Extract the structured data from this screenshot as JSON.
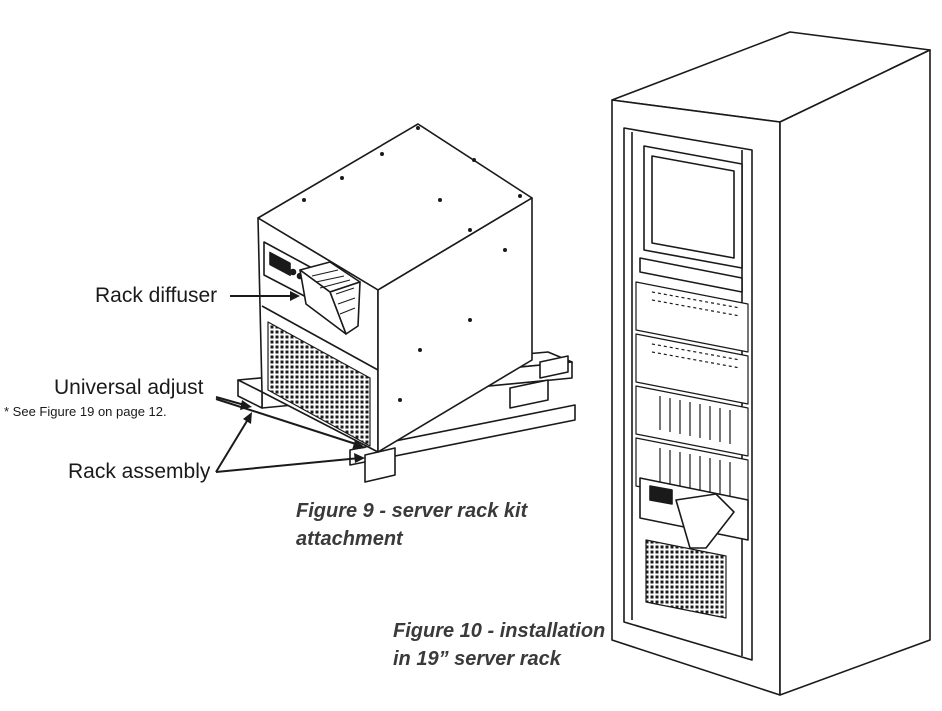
{
  "labels": {
    "rack_diffuser": "Rack diffuser",
    "universal_adjust": "Universal adjust",
    "universal_note": "* See Figure 19 on page 12.",
    "rack_assembly": "Rack assembly"
  },
  "captions": {
    "figure9_line1": "Figure 9 - server rack kit",
    "figure9_line2": "attachment",
    "figure10_line1": "Figure 10 - installation",
    "figure10_line2": "in 19” server rack"
  },
  "colors": {
    "ink": "#1a1a1a",
    "caption": "#3a3a3a"
  }
}
